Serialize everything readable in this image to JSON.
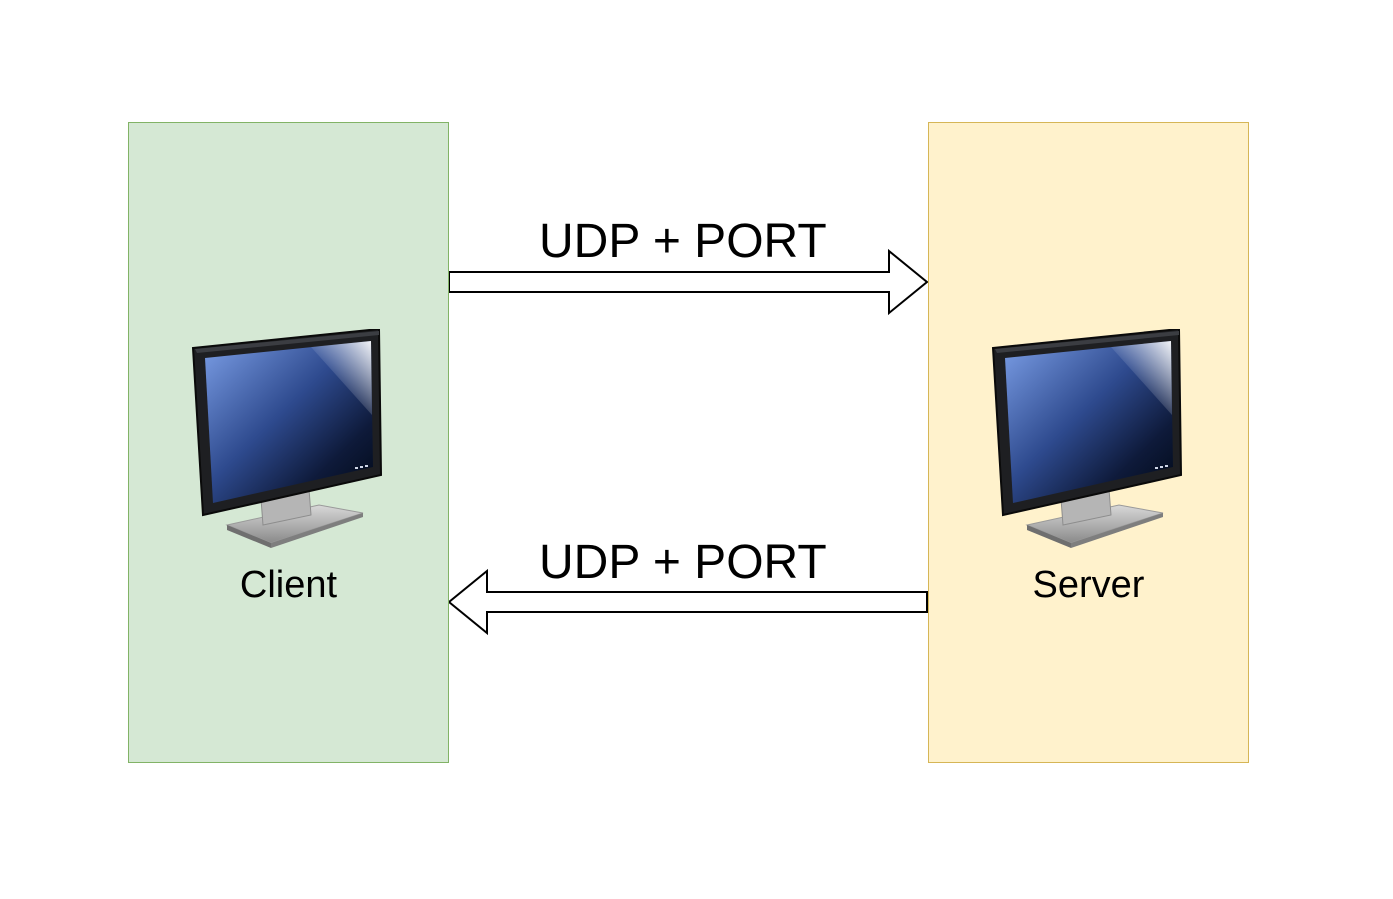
{
  "nodes": {
    "client": {
      "label": "Client",
      "fill": "#d5e8d4",
      "stroke": "#82b366",
      "icon": "computer-monitor-icon"
    },
    "server": {
      "label": "Server",
      "fill": "#fff2cc",
      "stroke": "#d6b656",
      "icon": "computer-monitor-icon"
    }
  },
  "edges": [
    {
      "from": "client",
      "to": "server",
      "label": "UDP + PORT"
    },
    {
      "from": "server",
      "to": "client",
      "label": "UDP + PORT"
    }
  ],
  "colors": {
    "arrow_fill": "#ffffff",
    "arrow_stroke": "#000000",
    "text": "#000000"
  }
}
